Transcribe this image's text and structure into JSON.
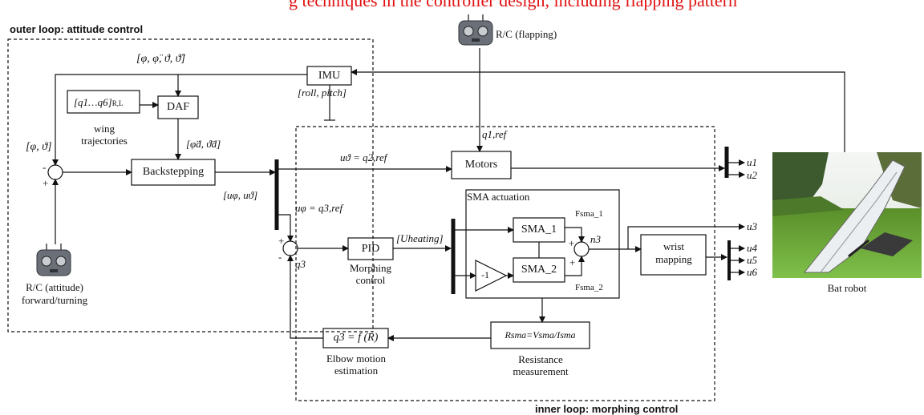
{
  "caption_fragment": "g techniques in the controller design, including flapping pattern",
  "outer_loop_label": "outer loop: attitude control",
  "inner_loop_label": "inner loop: morphing control",
  "blocks": {
    "imu": "IMU",
    "imu_sub": "[roll, pitch]",
    "daf": "DAF",
    "q_input": "[q1…q6]",
    "q_input_sub": "R,L",
    "wing_traj_1": "wing",
    "wing_traj_2": "trajectories",
    "backstepping": "Backstepping",
    "motors": "Motors",
    "pid": "PID",
    "morphing_1": "Morphing",
    "morphing_2": "control",
    "sma_actuation": "SMA actuation",
    "sma1": "SMA_1",
    "sma2": "SMA_2",
    "inverter": "-1",
    "fsma1": "Fsma_1",
    "fsma2": "Fsma_2",
    "n3": "n3",
    "wrist_1": "wrist",
    "wrist_2": "mapping",
    "elbow_box": "q3 = f (R)",
    "elbow_1": "Elbow motion",
    "elbow_2": "estimation",
    "resistance_box": "Rsma=Vsma/Isma",
    "resistance_1": "Resistance",
    "resistance_2": "measurement",
    "bat_robot": "Bat robot"
  },
  "signals": {
    "phi_derivs": "[φ, φ̈, ϑ, ϑ̈]",
    "phi_theta": "[φ, ϑ]",
    "d_refs": "[φ̈d, ϑ̈d]",
    "u_phi_u_theta": "[uφ, uϑ]",
    "u_theta_eq": "uϑ = q2,ref",
    "u_phi_eq": "uφ = q3,ref",
    "q1_ref": "q1,ref",
    "u_heating": "[Uheating]",
    "q3": "q3",
    "u1": "u1",
    "u2": "u2",
    "u3": "u3",
    "u4": "u4",
    "u5": "u5",
    "u6": "u6"
  },
  "rc": {
    "flapping": "R/C (flapping)",
    "attitude_1": "R/C (attitude)",
    "attitude_2": "forward/turning"
  },
  "signs": {
    "minus": "-",
    "plus": "+"
  }
}
